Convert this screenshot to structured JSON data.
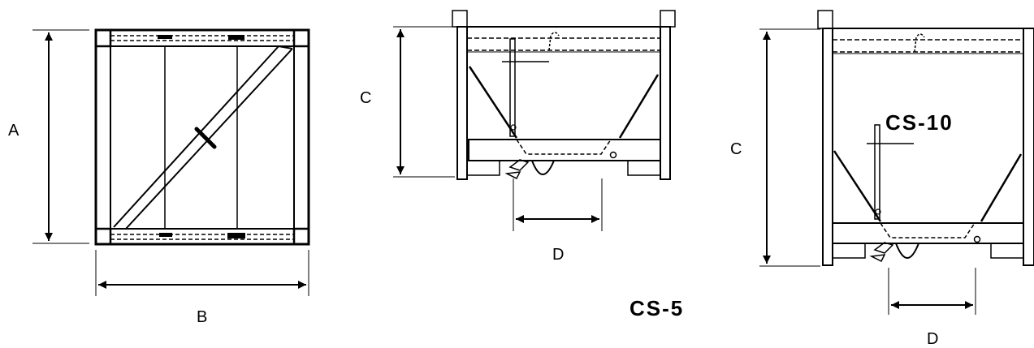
{
  "labels": {
    "a": "A",
    "b": "B",
    "c_small": "C",
    "d_small": "D",
    "c_large": "C",
    "d_large": "D"
  },
  "models": {
    "small": "CS-5",
    "large": "CS-10"
  }
}
